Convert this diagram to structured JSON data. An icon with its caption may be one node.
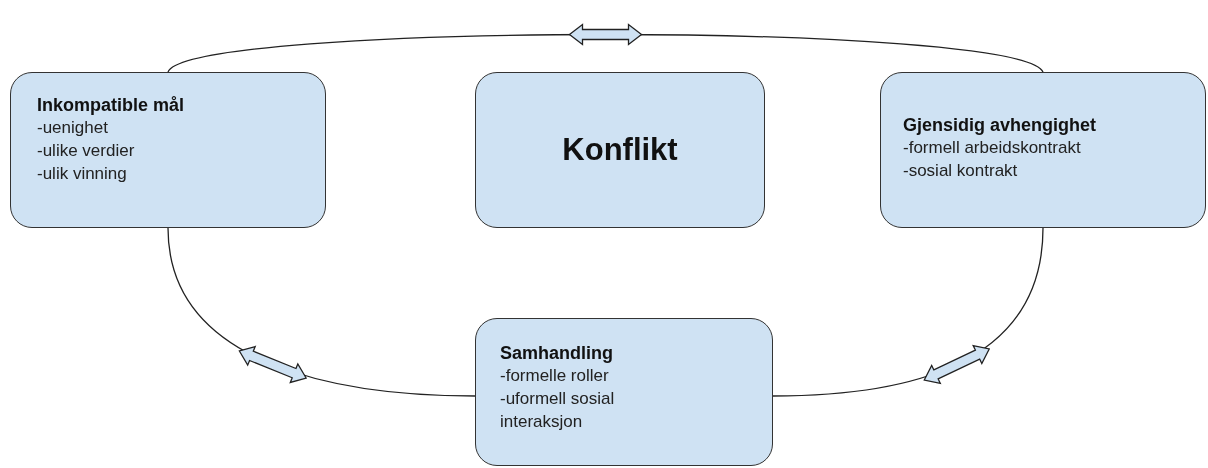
{
  "diagram": {
    "nodes": [
      {
        "text": [
          "Inkompatible mål",
          "-uenighet",
          "-ulike verdier",
          "-ulik vinning"
        ]
      },
      {
        "text": [
          "Konflikt"
        ]
      },
      {
        "text": [
          "Gjensidig avhengighet",
          "-formell arbeidskontrakt",
          "-sosial kontrakt"
        ]
      },
      {
        "text": [
          "Samhandling",
          "-formelle roller",
          "-uformell sosial interaksjon"
        ]
      }
    ],
    "edges": [
      {
        "from": 0,
        "to": 2,
        "arrow": "none"
      },
      {
        "from": 0,
        "to": 3,
        "arrow": "none"
      },
      {
        "from": 3,
        "to": 2,
        "arrow": "none"
      }
    ]
  }
}
